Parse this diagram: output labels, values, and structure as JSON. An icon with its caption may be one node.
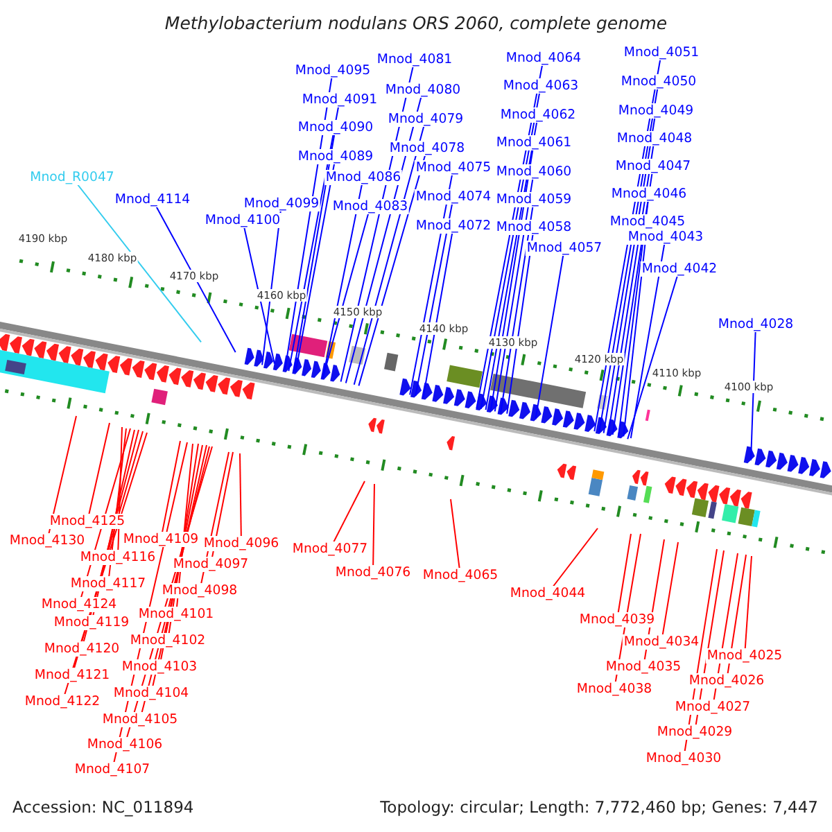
{
  "diagram": {
    "title": "Methylobacterium nodulans ORS 2060, complete genome",
    "nodes": [
      {
        "text": [
          "Mnod_R0047"
        ]
      },
      {
        "text": [
          "Mnod_4114"
        ]
      },
      {
        "text": [
          "Mnod_4100"
        ]
      },
      {
        "text": [
          "Mnod_4099"
        ]
      },
      {
        "text": [
          "Mnod_4095"
        ]
      },
      {
        "text": [
          "Mnod_4091"
        ]
      },
      {
        "text": [
          "Mnod_4090"
        ]
      },
      {
        "text": [
          "Mnod_4089"
        ]
      },
      {
        "text": [
          "Mnod_4086"
        ]
      },
      {
        "text": [
          "Mnod_4083"
        ]
      },
      {
        "text": [
          "Mnod_4081"
        ]
      },
      {
        "text": [
          "Mnod_4080"
        ]
      },
      {
        "text": [
          "Mnod_4079"
        ]
      },
      {
        "text": [
          "Mnod_4078"
        ]
      },
      {
        "text": [
          "Mnod_4075"
        ]
      },
      {
        "text": [
          "Mnod_4074"
        ]
      },
      {
        "text": [
          "Mnod_4072"
        ]
      },
      {
        "text": [
          "Mnod_4064"
        ]
      },
      {
        "text": [
          "Mnod_4063"
        ]
      },
      {
        "text": [
          "Mnod_4062"
        ]
      },
      {
        "text": [
          "Mnod_4061"
        ]
      },
      {
        "text": [
          "Mnod_4060"
        ]
      },
      {
        "text": [
          "Mnod_4059"
        ]
      },
      {
        "text": [
          "Mnod_4058"
        ]
      },
      {
        "text": [
          "Mnod_4057"
        ]
      },
      {
        "text": [
          "Mnod_4051"
        ]
      },
      {
        "text": [
          "Mnod_4050"
        ]
      },
      {
        "text": [
          "Mnod_4049"
        ]
      },
      {
        "text": [
          "Mnod_4048"
        ]
      },
      {
        "text": [
          "Mnod_4047"
        ]
      },
      {
        "text": [
          "Mnod_4046"
        ]
      },
      {
        "text": [
          "Mnod_4045"
        ]
      },
      {
        "text": [
          "Mnod_4043"
        ]
      },
      {
        "text": [
          "Mnod_4042"
        ]
      },
      {
        "text": [
          "Mnod_4028"
        ]
      },
      {
        "text": [
          "Mnod_4125"
        ]
      },
      {
        "text": [
          "Mnod_4130"
        ]
      },
      {
        "text": [
          "Mnod_4109"
        ]
      },
      {
        "text": [
          "Mnod_4096"
        ]
      },
      {
        "text": [
          "Mnod_4116"
        ]
      },
      {
        "text": [
          "Mnod_4097"
        ]
      },
      {
        "text": [
          "Mnod_4117"
        ]
      },
      {
        "text": [
          "Mnod_4098"
        ]
      },
      {
        "text": [
          "Mnod_4124"
        ]
      },
      {
        "text": [
          "Mnod_4101"
        ]
      },
      {
        "text": [
          "Mnod_4119"
        ]
      },
      {
        "text": [
          "Mnod_4102"
        ]
      },
      {
        "text": [
          "Mnod_4120"
        ]
      },
      {
        "text": [
          "Mnod_4103"
        ]
      },
      {
        "text": [
          "Mnod_4121"
        ]
      },
      {
        "text": [
          "Mnod_4104"
        ]
      },
      {
        "text": [
          "Mnod_4122"
        ]
      },
      {
        "text": [
          "Mnod_4105"
        ]
      },
      {
        "text": [
          "Mnod_4106"
        ]
      },
      {
        "text": [
          "Mnod_4107"
        ]
      },
      {
        "text": [
          "Mnod_4077"
        ]
      },
      {
        "text": [
          "Mnod_4076"
        ]
      },
      {
        "text": [
          "Mnod_4065"
        ]
      },
      {
        "text": [
          "Mnod_4044"
        ]
      },
      {
        "text": [
          "Mnod_4039"
        ]
      },
      {
        "text": [
          "Mnod_4034"
        ]
      },
      {
        "text": [
          "Mnod_4035"
        ]
      },
      {
        "text": [
          "Mnod_4025"
        ]
      },
      {
        "text": [
          "Mnod_4038"
        ]
      },
      {
        "text": [
          "Mnod_4026"
        ]
      },
      {
        "text": [
          "Mnod_4027"
        ]
      },
      {
        "text": [
          "Mnod_4029"
        ]
      },
      {
        "text": [
          "Mnod_4030"
        ]
      }
    ],
    "edges": [
      {
        "from": 0,
        "to": null,
        "arrow": "none",
        "color": "#33ccee"
      },
      {
        "from": 1,
        "to": null,
        "arrow": "none"
      },
      {
        "from": 2,
        "to": null,
        "arrow": "none"
      },
      {
        "from": 3,
        "to": null,
        "arrow": "none"
      },
      {
        "from": 4,
        "to": null,
        "arrow": "none"
      },
      {
        "from": 5,
        "to": null,
        "arrow": "none"
      },
      {
        "from": 6,
        "to": null,
        "arrow": "none"
      },
      {
        "from": 7,
        "to": null,
        "arrow": "none"
      },
      {
        "from": 8,
        "to": null,
        "arrow": "none"
      },
      {
        "from": 9,
        "to": null,
        "arrow": "none"
      },
      {
        "from": 10,
        "to": null,
        "arrow": "none"
      },
      {
        "from": 11,
        "to": null,
        "arrow": "none"
      },
      {
        "from": 12,
        "to": null,
        "arrow": "none"
      },
      {
        "from": 13,
        "to": null,
        "arrow": "none"
      },
      {
        "from": 14,
        "to": null,
        "arrow": "none"
      },
      {
        "from": 15,
        "to": null,
        "arrow": "none"
      },
      {
        "from": 16,
        "to": null,
        "arrow": "none"
      },
      {
        "from": 17,
        "to": null,
        "arrow": "none"
      },
      {
        "from": 18,
        "to": null,
        "arrow": "none"
      },
      {
        "from": 19,
        "to": null,
        "arrow": "none"
      },
      {
        "from": 20,
        "to": null,
        "arrow": "none"
      },
      {
        "from": 21,
        "to": null,
        "arrow": "none"
      },
      {
        "from": 22,
        "to": null,
        "arrow": "none"
      },
      {
        "from": 23,
        "to": null,
        "arrow": "none"
      },
      {
        "from": 24,
        "to": null,
        "arrow": "none"
      },
      {
        "from": 25,
        "to": null,
        "arrow": "none"
      },
      {
        "from": 26,
        "to": null,
        "arrow": "none"
      },
      {
        "from": 27,
        "to": null,
        "arrow": "none"
      },
      {
        "from": 28,
        "to": null,
        "arrow": "none"
      },
      {
        "from": 29,
        "to": null,
        "arrow": "none"
      },
      {
        "from": 30,
        "to": null,
        "arrow": "none"
      },
      {
        "from": 31,
        "to": null,
        "arrow": "none"
      },
      {
        "from": 32,
        "to": null,
        "arrow": "none"
      },
      {
        "from": 33,
        "to": null,
        "arrow": "none"
      },
      {
        "from": 34,
        "to": null,
        "arrow": "none"
      },
      {
        "from": 35,
        "to": null,
        "arrow": "none",
        "color": "#ff0000"
      },
      {
        "from": 36,
        "to": null,
        "arrow": "none",
        "color": "#ff0000"
      },
      {
        "from": 37,
        "to": null,
        "arrow": "none",
        "color": "#ff0000"
      },
      {
        "from": 38,
        "to": null,
        "arrow": "none",
        "color": "#ff0000"
      },
      {
        "from": 39,
        "to": null,
        "arrow": "none",
        "color": "#ff0000"
      },
      {
        "from": 40,
        "to": null,
        "arrow": "none",
        "color": "#ff0000"
      },
      {
        "from": 41,
        "to": null,
        "arrow": "none",
        "color": "#ff0000"
      },
      {
        "from": 42,
        "to": null,
        "arrow": "none",
        "color": "#ff0000"
      },
      {
        "from": 43,
        "to": null,
        "arrow": "none",
        "color": "#ff0000"
      },
      {
        "from": 44,
        "to": null,
        "arrow": "none",
        "color": "#ff0000"
      },
      {
        "from": 45,
        "to": null,
        "arrow": "none",
        "color": "#ff0000"
      },
      {
        "from": 46,
        "to": null,
        "arrow": "none",
        "color": "#ff0000"
      },
      {
        "from": 47,
        "to": null,
        "arrow": "none",
        "color": "#ff0000"
      },
      {
        "from": 48,
        "to": null,
        "arrow": "none",
        "color": "#ff0000"
      },
      {
        "from": 49,
        "to": null,
        "arrow": "none",
        "color": "#ff0000"
      },
      {
        "from": 50,
        "to": null,
        "arrow": "none",
        "color": "#ff0000"
      },
      {
        "from": 51,
        "to": null,
        "arrow": "none",
        "color": "#ff0000"
      },
      {
        "from": 52,
        "to": null,
        "arrow": "none",
        "color": "#ff0000"
      },
      {
        "from": 53,
        "to": null,
        "arrow": "none",
        "color": "#ff0000"
      },
      {
        "from": 54,
        "to": null,
        "arrow": "none",
        "color": "#ff0000"
      },
      {
        "from": 55,
        "to": null,
        "arrow": "none",
        "color": "#ff0000"
      },
      {
        "from": 56,
        "to": null,
        "arrow": "none",
        "color": "#ff0000"
      },
      {
        "from": 57,
        "to": null,
        "arrow": "none",
        "color": "#ff0000"
      },
      {
        "from": 58,
        "to": null,
        "arrow": "none",
        "color": "#ff0000"
      },
      {
        "from": 59,
        "to": null,
        "arrow": "none",
        "color": "#ff0000"
      },
      {
        "from": 60,
        "to": null,
        "arrow": "none",
        "color": "#ff0000"
      },
      {
        "from": 61,
        "to": null,
        "arrow": "none",
        "color": "#ff0000"
      },
      {
        "from": 62,
        "to": null,
        "arrow": "none",
        "color": "#ff0000"
      },
      {
        "from": 63,
        "to": null,
        "arrow": "none",
        "color": "#ff0000"
      },
      {
        "from": 64,
        "to": null,
        "arrow": "none",
        "color": "#ff0000"
      },
      {
        "from": 65,
        "to": null,
        "arrow": "none",
        "color": "#ff0000"
      },
      {
        "from": 66,
        "to": null,
        "arrow": "none",
        "color": "#ff0000"
      },
      {
        "from": 67,
        "to": null,
        "arrow": "none",
        "color": "#ff0000"
      }
    ],
    "labels": [
      "4190 kbp",
      "4180 kbp",
      "4170 kbp",
      "4160 kbp",
      "4150 kbp",
      "4140 kbp",
      "4130 kbp",
      "4120 kbp",
      "4110 kbp",
      "4100 kbp",
      "Accession: NC_011894",
      "Topology: circular; Length: 7,772,460 bp; Genes: 7,447"
    ]
  }
}
